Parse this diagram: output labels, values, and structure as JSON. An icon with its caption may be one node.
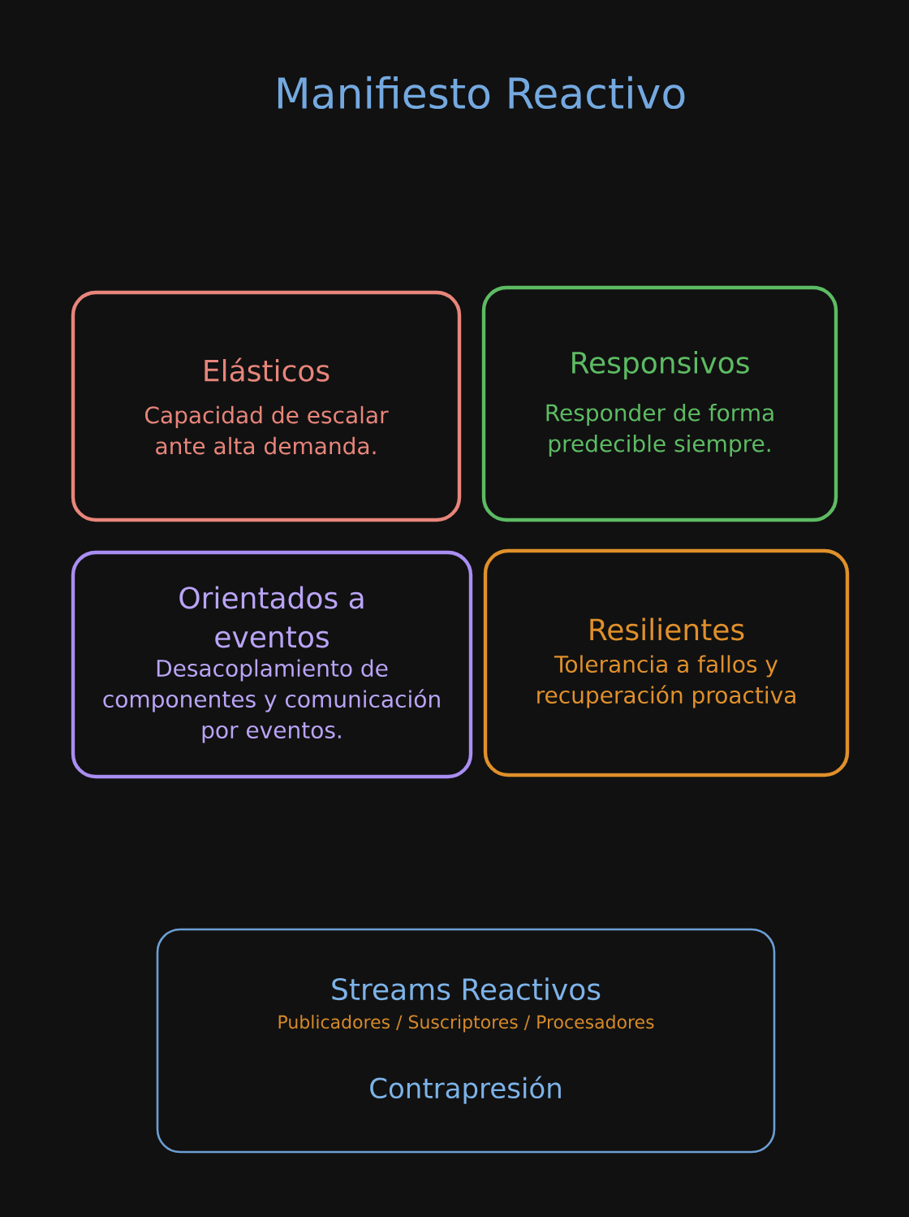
{
  "diagram": {
    "title": "Manifiesto Reactivo",
    "nodes": [
      {
        "text": [
          "Elásticos",
          "Capacidad de escalar ante alta demanda."
        ]
      },
      {
        "text": [
          "Responsivos",
          "Responder de forma predecible siempre."
        ]
      },
      {
        "text": [
          "Orientados a eventos",
          "Desacoplamiento de componentes y comunicación por eventos."
        ]
      },
      {
        "text": [
          "Resilientes",
          "Tolerancia a fallos y recuperación proactiva"
        ]
      },
      {
        "text": [
          "Streams Reactivos",
          "Publicadores / Suscriptores / Procesadores",
          "Contrapresión"
        ]
      }
    ]
  }
}
